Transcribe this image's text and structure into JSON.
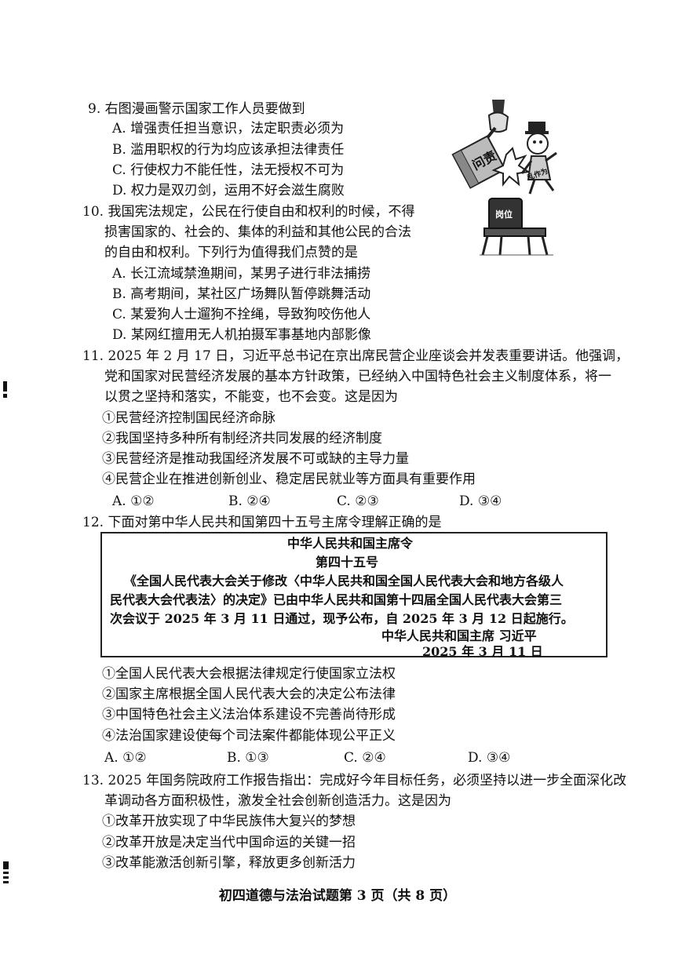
{
  "q9": {
    "stem": "9. 右图漫画警示国家工作人员要做到",
    "options": [
      "A. 增强责任担当意识，法定职责必须为",
      "B. 滥用职权的行为均应该承担法律责任",
      "C. 行使权力不能任性，法无授权不可为",
      "D. 权力是双刃剑，运用不好会滋生腐败"
    ]
  },
  "cartoon": {
    "hammer_text": "问责",
    "person_text": "乱作为",
    "chair_text": "岗位"
  },
  "q10": {
    "stem_lines": [
      "10. 我国宪法规定，公民在行使自由和权利的时候，不得",
      "损害国家的、社会的、集体的利益和其他公民的合法",
      "的自由和权利。下列行为值得我们点赞的是"
    ],
    "options": [
      "A. 长江流域禁渔期间，某男子进行非法捕捞",
      "B. 高考期间，某社区广场舞队暂停跳舞活动",
      "C. 某爱狗人士遛狗不拴绳，导致狗咬伤他人",
      "D. 某网红擅用无人机拍摄军事基地内部影像"
    ]
  },
  "q11": {
    "stem_lines": [
      "11. 2025 年 2 月 17 日，习近平总书记在京出席民营企业座谈会并发表重要讲话。他强调，",
      "党和国家对民营经济发展的基本方针政策，已经纳入中国特色社会主义制度体系，将一",
      "以贯之坚持和落实，不能变，也不会变。这是因为"
    ],
    "statements": [
      "①民营经济控制国民经济命脉",
      "②我国坚持多种所有制经济共同发展的经济制度",
      "③民营经济是推动我国经济发展不可或缺的主导力量",
      "④民营企业在推进创新创业、稳定居民就业等方面具有重要作用"
    ],
    "choices": [
      "A. ①②",
      "B. ②④",
      "C. ②③",
      "D. ③④"
    ]
  },
  "q12": {
    "stem": "12. 下面对第中华人民共和国第四十五号主席令理解正确的是",
    "decree": {
      "title": "中华人民共和国主席令",
      "number": "第四十五号",
      "body_lines": [
        "《全国人民代表大会关于修改〈中华人民共和国全国人民代表大会和地方各级人",
        "民代表大会代表法〉的决定》已由中华人民共和国第十四届全国人民代表大会第三",
        "次会议于 2025 年 3 月 11 日通过，现予公布，自 2025 年 3 月 12 日起施行。"
      ],
      "signature": "中华人民共和国主席  习近平",
      "date": "2025 年 3 月 11 日"
    },
    "statements": [
      "①全国人民代表大会根据法律规定行使国家立法权",
      "②国家主席根据全国人民代表大会的决定公布法律",
      "③中国特色社会主义法治体系建设不完善尚待形成",
      "④法治国家建设使每个司法案件都能体现公平正义"
    ],
    "choices": [
      "A. ①②",
      "B. ①③",
      "C. ②④",
      "D. ③④"
    ]
  },
  "q13": {
    "stem_lines": [
      "13. 2025 年国务院政府工作报告指出：完成好今年目标任务，必须坚持以进一步全面深化改",
      "革调动各方面积极性，激发全社会创新创造活力。这是因为"
    ],
    "statements": [
      "①改革开放实现了中华民族伟大复兴的梦想",
      "②改革开放是决定当代中国命运的关键一招",
      "③改革能激活创新引擎，释放更多创新活力"
    ]
  },
  "footer": "初四道德与法治试题第 3 页（共 8 页）"
}
